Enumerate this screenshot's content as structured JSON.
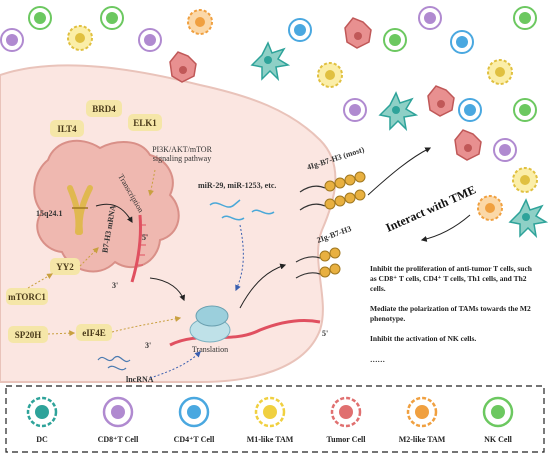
{
  "factors": {
    "ilt4": "ILT4",
    "brd4": "BRD4",
    "elk1": "ELK1",
    "yy2": "YY2",
    "mtorc1": "mTORC1",
    "sp20h": "SP20H",
    "eif4e": "eIF4E"
  },
  "pathway": [
    "PI3K/AKT/mTOR",
    "signaling pathway"
  ],
  "nucleus": {
    "locus": "15q24.1",
    "transcription": "Transcription",
    "mrna": "B7-H3 mRNA",
    "five_prime": "5'",
    "three_prime": "3'"
  },
  "mirna": "miR-29, miR-1253, etc.",
  "lncrna": "lncRNA",
  "translation": {
    "label": "Translation",
    "five_prime": "5'",
    "three_prime": "3'"
  },
  "isoforms": {
    "four_ig": "4Ig-B7-H3 (most)",
    "two_ig": "2Ig-B7-H3"
  },
  "interact": "Interact with TME",
  "effects": [
    [
      "Inhibit the proliferation of anti-tumor T cells, such",
      "as CD8⁺ T cells, CD4⁺ T cells, Th1 cells, and Th2",
      "cells."
    ],
    [
      "Mediate the polarization of TAMs towards the M2",
      "phenotype."
    ],
    [
      "Inhibit the activation of NK cells."
    ]
  ],
  "ellipsis": "……",
  "legend": [
    {
      "label": "DC",
      "color": "#2ea39a",
      "icon": "dendritic-cell-icon"
    },
    {
      "label": "CD8⁺T Cell",
      "color": "#b08ad0",
      "icon": "cd8-t-cell-icon"
    },
    {
      "label": "CD4⁺T Cell",
      "color": "#4aa8e0",
      "icon": "cd4-t-cell-icon"
    },
    {
      "label": "M1-like TAM",
      "color": "#f0d040",
      "icon": "m1-tam-icon"
    },
    {
      "label": "Tumor Cell",
      "color": "#e07070",
      "icon": "tumor-cell-icon"
    },
    {
      "label": "M2-like TAM",
      "color": "#f0a040",
      "icon": "m2-tam-icon"
    },
    {
      "label": "NK Cell",
      "color": "#6cc860",
      "icon": "nk-cell-icon"
    }
  ],
  "colors": {
    "cell_bg": "#fbe6e1",
    "nucleus": "#efb8b0",
    "factor_box": "#f5e6a8",
    "mrna": "#e05060"
  }
}
